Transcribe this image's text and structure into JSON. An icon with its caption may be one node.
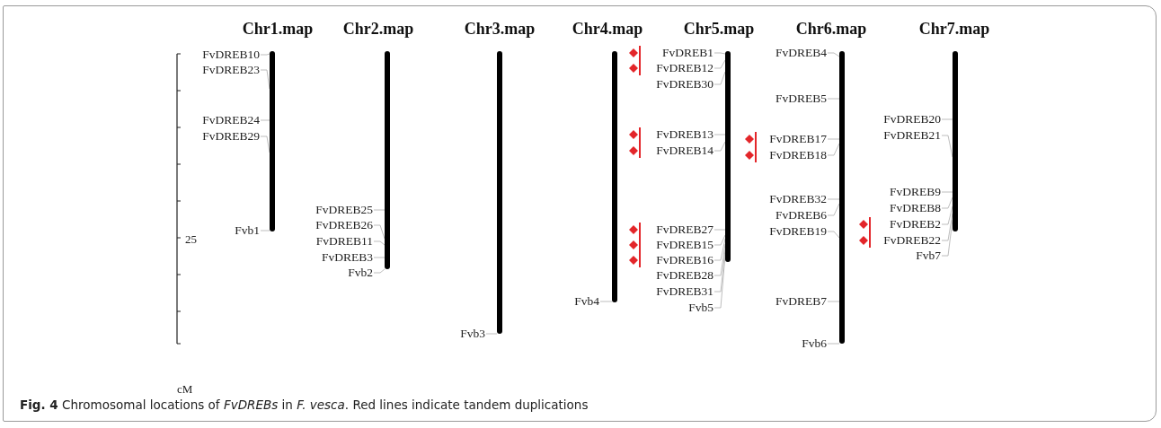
{
  "diagram": {
    "caption": "**Fig. 4**  Chromosomal locations of *FvDREBs* in *F. vesca*. Red lines indicate tandem duplications",
    "nodes": [
      {
        "text": [
          "Chr1.map"
        ]
      },
      {
        "text": [
          "Chr2.map"
        ]
      },
      {
        "text": [
          "Chr3.map"
        ]
      },
      {
        "text": [
          "Chr4.map"
        ]
      },
      {
        "text": [
          "Chr5.map"
        ]
      },
      {
        "text": [
          "Chr6.map"
        ]
      },
      {
        "text": [
          "Chr7.map"
        ]
      },
      {
        "text": [
          "FvDREB10"
        ]
      },
      {
        "text": [
          "FvDREB23"
        ]
      },
      {
        "text": [
          "FvDREB24"
        ]
      },
      {
        "text": [
          "FvDREB29"
        ]
      },
      {
        "text": [
          "Fvb1"
        ]
      },
      {
        "text": [
          "FvDREB25"
        ]
      },
      {
        "text": [
          "FvDREB26"
        ]
      },
      {
        "text": [
          "FvDREB11"
        ]
      },
      {
        "text": [
          "FvDREB3"
        ]
      },
      {
        "text": [
          "Fvb2"
        ]
      },
      {
        "text": [
          "Fvb3"
        ]
      },
      {
        "text": [
          "Fvb4"
        ]
      },
      {
        "text": [
          "FvDREB1"
        ]
      },
      {
        "text": [
          "FvDREB12"
        ]
      },
      {
        "text": [
          "FvDREB30"
        ]
      },
      {
        "text": [
          "FvDREB13"
        ]
      },
      {
        "text": [
          "FvDREB14"
        ]
      },
      {
        "text": [
          "FvDREB27"
        ]
      },
      {
        "text": [
          "FvDREB15"
        ]
      },
      {
        "text": [
          "FvDREB16"
        ]
      },
      {
        "text": [
          "FvDREB28"
        ]
      },
      {
        "text": [
          "FvDREB31"
        ]
      },
      {
        "text": [
          "Fvb5"
        ]
      },
      {
        "text": [
          "FvDREB4"
        ]
      },
      {
        "text": [
          "FvDREB5"
        ]
      },
      {
        "text": [
          "FvDREB17"
        ]
      },
      {
        "text": [
          "FvDREB18"
        ]
      },
      {
        "text": [
          "FvDREB32"
        ]
      },
      {
        "text": [
          "FvDREB6"
        ]
      },
      {
        "text": [
          "FvDREB19"
        ]
      },
      {
        "text": [
          "FvDREB7"
        ]
      },
      {
        "text": [
          "Fvb6"
        ]
      },
      {
        "text": [
          "FvDREB20"
        ]
      },
      {
        "text": [
          "FvDREB21"
        ]
      },
      {
        "text": [
          "FvDREB9"
        ]
      },
      {
        "text": [
          "FvDREB8"
        ]
      },
      {
        "text": [
          "FvDREB2"
        ]
      },
      {
        "text": [
          "FvDREB22"
        ]
      },
      {
        "text": [
          "Fvb7"
        ]
      }
    ],
    "edges": [
      {
        "from": 7,
        "to": 0,
        "arrow": "none"
      },
      {
        "from": 8,
        "to": 0,
        "arrow": "none"
      },
      {
        "from": 9,
        "to": 0,
        "arrow": "none"
      },
      {
        "from": 10,
        "to": 0,
        "arrow": "none"
      },
      {
        "from": 11,
        "to": 0,
        "arrow": "none"
      },
      {
        "from": 12,
        "to": 1,
        "arrow": "none"
      },
      {
        "from": 13,
        "to": 1,
        "arrow": "none"
      },
      {
        "from": 14,
        "to": 1,
        "arrow": "none"
      },
      {
        "from": 15,
        "to": 1,
        "arrow": "none"
      },
      {
        "from": 16,
        "to": 1,
        "arrow": "none"
      },
      {
        "from": 17,
        "to": 2,
        "arrow": "none"
      },
      {
        "from": 18,
        "to": 3,
        "arrow": "none"
      },
      {
        "from": 19,
        "to": 4,
        "arrow": "none"
      },
      {
        "from": 20,
        "to": 4,
        "arrow": "none"
      },
      {
        "from": 21,
        "to": 4,
        "arrow": "none"
      },
      {
        "from": 22,
        "to": 4,
        "arrow": "none"
      },
      {
        "from": 23,
        "to": 4,
        "arrow": "none"
      },
      {
        "from": 24,
        "to": 4,
        "arrow": "none"
      },
      {
        "from": 25,
        "to": 4,
        "arrow": "none"
      },
      {
        "from": 26,
        "to": 4,
        "arrow": "none"
      },
      {
        "from": 27,
        "to": 4,
        "arrow": "none"
      },
      {
        "from": 28,
        "to": 4,
        "arrow": "none"
      },
      {
        "from": 29,
        "to": 4,
        "arrow": "none"
      },
      {
        "from": 30,
        "to": 5,
        "arrow": "none"
      },
      {
        "from": 31,
        "to": 5,
        "arrow": "none"
      },
      {
        "from": 32,
        "to": 5,
        "arrow": "none"
      },
      {
        "from": 33,
        "to": 5,
        "arrow": "none"
      },
      {
        "from": 34,
        "to": 5,
        "arrow": "none"
      },
      {
        "from": 35,
        "to": 5,
        "arrow": "none"
      },
      {
        "from": 36,
        "to": 5,
        "arrow": "none"
      },
      {
        "from": 37,
        "to": 5,
        "arrow": "none"
      },
      {
        "from": 38,
        "to": 5,
        "arrow": "none"
      },
      {
        "from": 39,
        "to": 6,
        "arrow": "none"
      },
      {
        "from": 40,
        "to": 6,
        "arrow": "none"
      },
      {
        "from": 41,
        "to": 6,
        "arrow": "none"
      },
      {
        "from": 42,
        "to": 6,
        "arrow": "none"
      },
      {
        "from": 43,
        "to": 6,
        "arrow": "none"
      },
      {
        "from": 44,
        "to": 6,
        "arrow": "none"
      },
      {
        "from": 45,
        "to": 6,
        "arrow": "none"
      }
    ],
    "labels": [
      "25",
      "cM"
    ]
  }
}
